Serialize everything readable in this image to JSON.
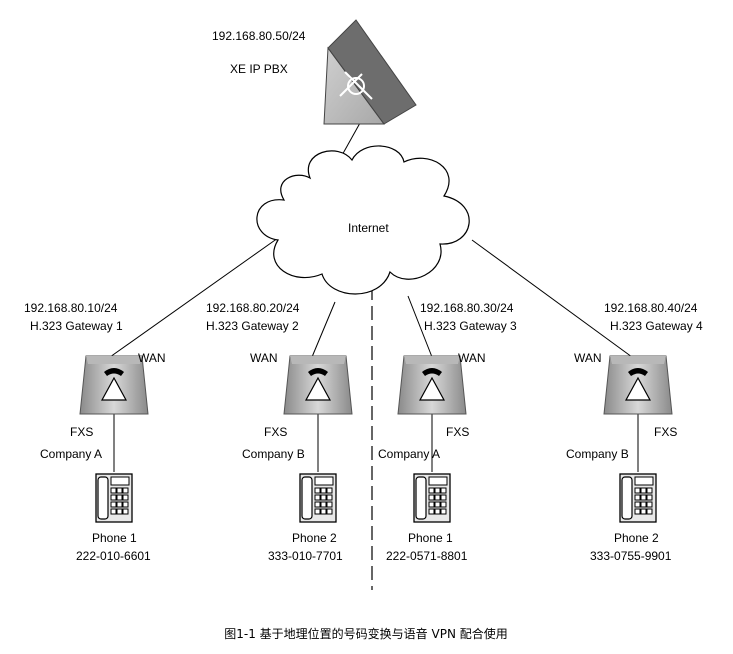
{
  "pbx": {
    "ip": "192.168.80.50/24",
    "name": "XE IP PBX"
  },
  "cloud": {
    "label": "Internet"
  },
  "gateways": [
    {
      "ip": "192.168.80.10/24",
      "name": "H.323 Gateway 1",
      "wan": "WAN",
      "fxs": "FXS",
      "company": "Company A",
      "phone": "Phone 1",
      "number": "222-010-6601"
    },
    {
      "ip": "192.168.80.20/24",
      "name": "H.323 Gateway 2",
      "wan": "WAN",
      "fxs": "FXS",
      "company": "Company B",
      "phone": "Phone 2",
      "number": "333-010-7701"
    },
    {
      "ip": "192.168.80.30/24",
      "name": "H.323 Gateway 3",
      "wan": "WAN",
      "fxs": "FXS",
      "company": "Company A",
      "phone": "Phone 1",
      "number": "222-0571-8801"
    },
    {
      "ip": "192.168.80.40/24",
      "name": "H.323 Gateway 4",
      "wan": "WAN",
      "fxs": "FXS",
      "company": "Company B",
      "phone": "Phone 2",
      "number": "333-0755-9901"
    }
  ],
  "caption": "图1-1 基于地理位置的号码变换与语音 VPN 配合使用"
}
